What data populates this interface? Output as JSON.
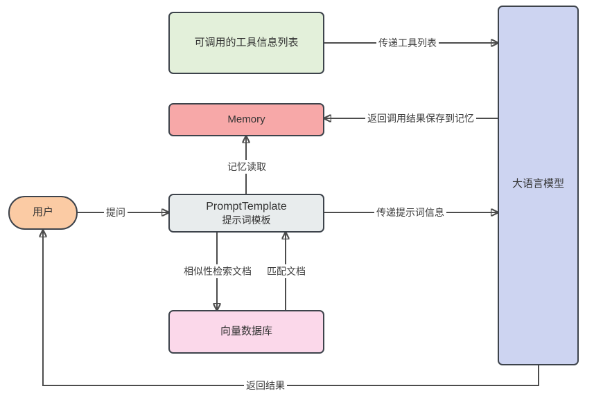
{
  "diagram": {
    "type": "flowchart",
    "background": "#ffffff",
    "nodes": {
      "tools": {
        "label": "可调用的工具信息列表",
        "fill": "#e3f0da",
        "shape": "rect"
      },
      "memory": {
        "label": "Memory",
        "fill": "#f7a8a8",
        "shape": "rect"
      },
      "prompt": {
        "label_line1": "PromptTemplate",
        "label_line2": "提示词模板",
        "fill": "#e8eced",
        "shape": "rect"
      },
      "vector": {
        "label": "向量数据库",
        "fill": "#fbd8ea",
        "shape": "rect"
      },
      "llm": {
        "label": "大语言模型",
        "fill": "#cdd4f1",
        "shape": "tall-rect"
      },
      "user": {
        "label": "用户",
        "fill": "#fbcba4",
        "shape": "pill"
      }
    },
    "edges": {
      "pass_tool_list": {
        "label": "传递工具列表",
        "from": "tools",
        "to": "llm"
      },
      "save_to_memory": {
        "label": "返回调用结果保存到记忆",
        "from": "llm",
        "to": "memory"
      },
      "memory_read": {
        "label": "记忆读取",
        "from": "prompt",
        "to": "memory"
      },
      "ask": {
        "label": "提问",
        "from": "user",
        "to": "prompt"
      },
      "pass_prompt_info": {
        "label": "传递提示词信息",
        "from": "prompt",
        "to": "llm"
      },
      "similarity_search": {
        "label": "相似性检索文档",
        "from": "prompt",
        "to": "vector"
      },
      "match_docs": {
        "label": "匹配文档",
        "from": "vector",
        "to": "prompt"
      },
      "return_result": {
        "label": "返回结果",
        "from": "llm",
        "to": "user"
      }
    },
    "colors": {
      "node_border": "#3d434b",
      "edge_line": "#4c4c4c",
      "arrowhead": "#3a3a3a",
      "text": "#333333"
    }
  }
}
